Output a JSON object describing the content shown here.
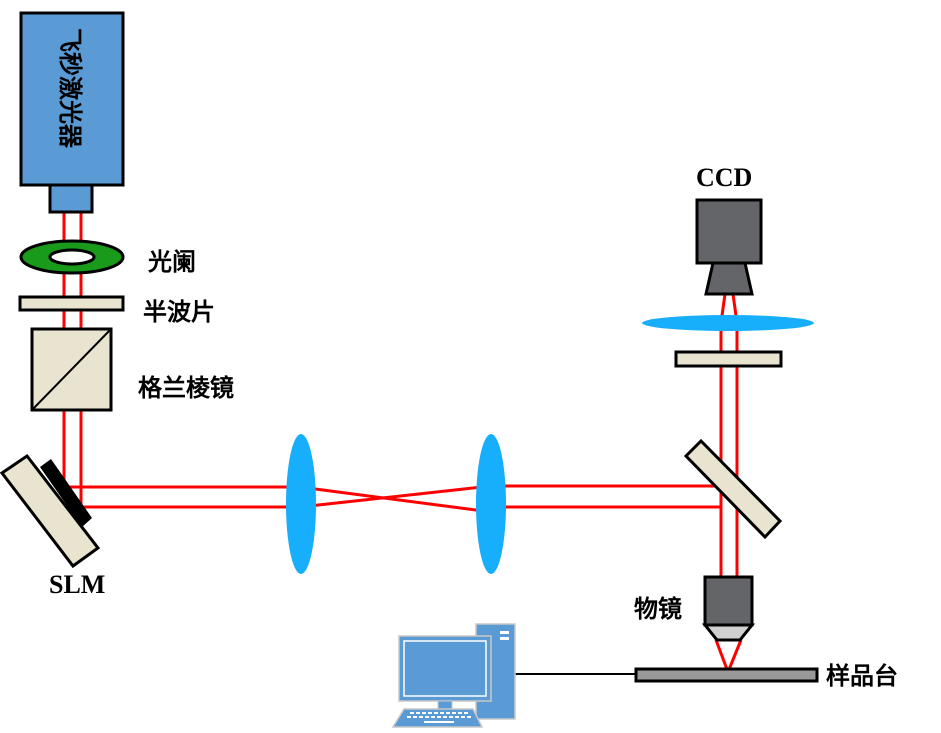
{
  "diagram": {
    "type": "optical-setup",
    "description": "Femtosecond laser holographic processing optical path",
    "components": {
      "laser": {
        "label": "飞秒激光器",
        "color": "#5b9bd5"
      },
      "aperture": {
        "label": "光阑",
        "color": "#1a9a1a"
      },
      "half_wave_plate": {
        "label": "半波片",
        "color": "#e8e4cf"
      },
      "glan_prism": {
        "label": "格兰棱镜",
        "color": "#e8e4cf"
      },
      "slm": {
        "label": "SLM",
        "color": "#e8e4cf"
      },
      "lens_1": {
        "label": "",
        "color": "#17aefb"
      },
      "lens_2": {
        "label": "",
        "color": "#17aefb"
      },
      "dichroic_mirror": {
        "label": "",
        "color": "#e8e4cf"
      },
      "ccd": {
        "label": "CCD",
        "color": "#646569"
      },
      "ccd_lens": {
        "label": "",
        "color": "#17aefb"
      },
      "filter_plate": {
        "label": "",
        "color": "#e8e4cf"
      },
      "objective": {
        "label": "物镜",
        "color": "#646569",
        "tip_color": "#d0d0d0"
      },
      "sample_stage": {
        "label": "样品台",
        "color": "#999999"
      },
      "computer": {
        "label": "",
        "color": "#5b9bd5"
      }
    },
    "beam_color": "#ff0000",
    "connections": [
      {
        "from": "computer",
        "to": "sample_stage"
      }
    ]
  }
}
